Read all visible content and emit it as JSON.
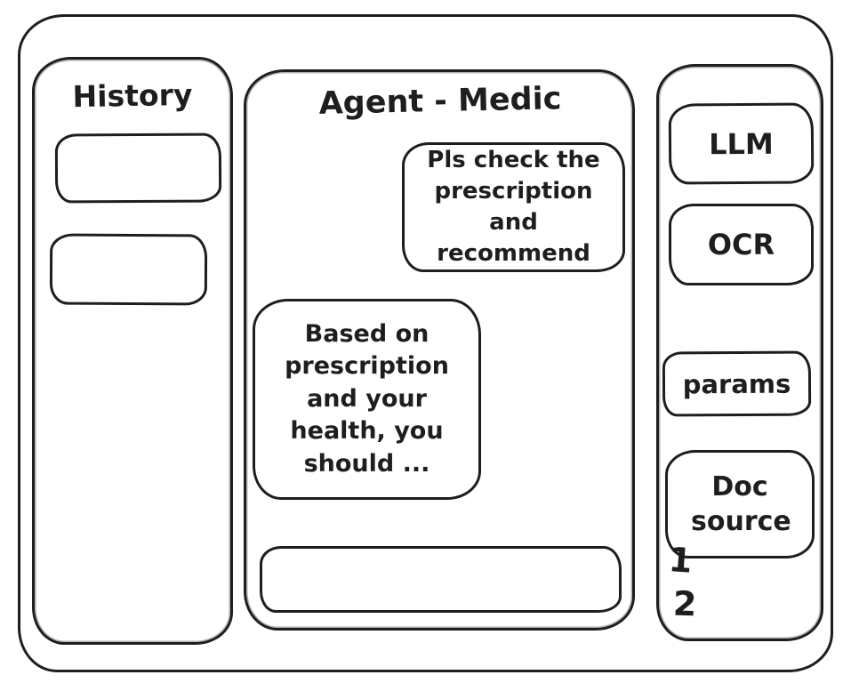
{
  "colors": {
    "stroke": "#1e1e1e",
    "background": "#ffffff"
  },
  "history_panel": {
    "title": "History",
    "items": [
      {
        "label": ""
      },
      {
        "label": ""
      }
    ]
  },
  "chat_panel": {
    "title": "Agent - Medic",
    "messages": [
      {
        "role": "user",
        "align": "right",
        "text": "Pls check the prescription and recommend"
      },
      {
        "role": "assistant",
        "align": "left",
        "text": "Based on prescription and your health, you should ..."
      }
    ],
    "input": {
      "value": "",
      "placeholder": ""
    }
  },
  "tools_panel": {
    "buttons": [
      {
        "label": "LLM"
      },
      {
        "label": "OCR"
      },
      {
        "label": "params"
      },
      {
        "label": "Doc source"
      }
    ],
    "doc_source_numbers": [
      "1",
      "2"
    ]
  }
}
